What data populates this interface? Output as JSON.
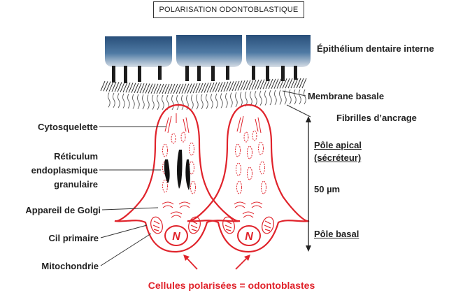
{
  "title": "POLARISATION ODONTOBLASTIQUE",
  "labels": {
    "epithelium": "Épithélium dentaire interne",
    "membrane": "Membrane basale",
    "fibrilles": "Fibrilles d’ancrage",
    "cytosquelette": "Cytosquelette",
    "reticulum_line1": "Réticulum",
    "reticulum_line2": "endoplasmique",
    "reticulum_line3": "granulaire",
    "golgi": "Appareil de Golgi",
    "cil": "Cil primaire",
    "mitochondrie": "Mitochondrie",
    "pole_apical_1": "Pôle apical",
    "pole_apical_2": "(sécréteur)",
    "scale": "50 µm",
    "pole_basal": "Pôle basal",
    "nucleus": "N",
    "caption": "Cellules polarisées = odontoblastes"
  },
  "colors": {
    "cell_outline": "#e0232b",
    "caption": "#e0232b",
    "epithelium_top": "#294f7a",
    "epithelium_bottom": "#d6dde6",
    "ink": "#222222"
  }
}
